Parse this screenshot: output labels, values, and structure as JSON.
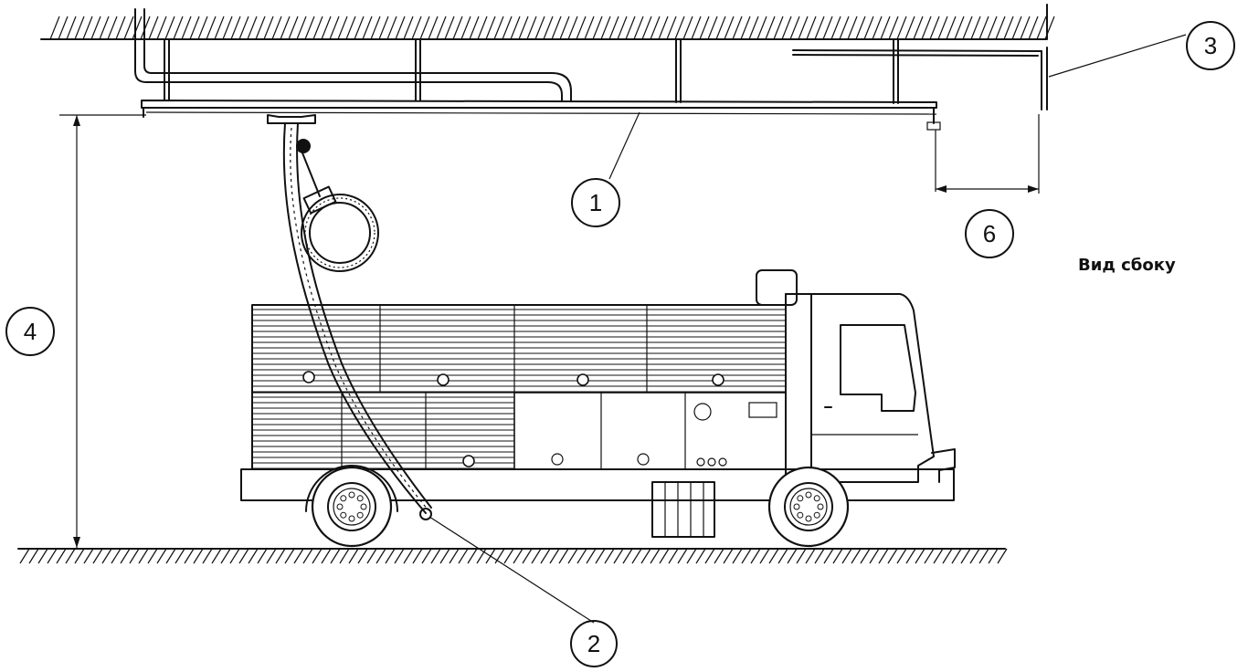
{
  "view_label": "Вид сбоку",
  "callouts": {
    "c1": "1",
    "c2": "2",
    "c3": "3",
    "c4": "4",
    "c6": "6"
  }
}
